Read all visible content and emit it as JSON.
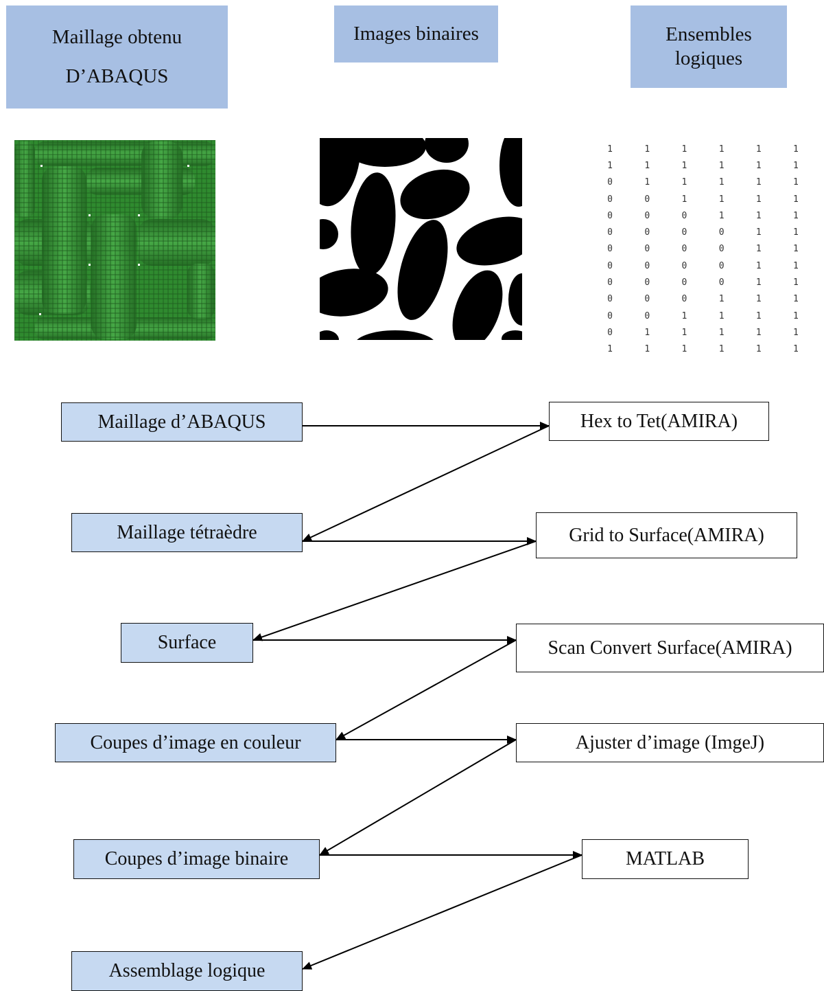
{
  "headers": {
    "mesh": [
      "Maillage obtenu",
      "D’ABAQUS"
    ],
    "binary": [
      "Images binaires"
    ],
    "logic": [
      "Ensembles",
      "logiques"
    ]
  },
  "logic_matrix": [
    [
      1,
      1,
      1,
      1,
      1,
      1
    ],
    [
      1,
      1,
      1,
      1,
      1,
      1
    ],
    [
      0,
      1,
      1,
      1,
      1,
      1
    ],
    [
      0,
      0,
      1,
      1,
      1,
      1
    ],
    [
      0,
      0,
      0,
      1,
      1,
      1
    ],
    [
      0,
      0,
      0,
      0,
      1,
      1
    ],
    [
      0,
      0,
      0,
      0,
      1,
      1
    ],
    [
      0,
      0,
      0,
      0,
      1,
      1
    ],
    [
      0,
      0,
      0,
      0,
      1,
      1
    ],
    [
      0,
      0,
      0,
      1,
      1,
      1
    ],
    [
      0,
      0,
      1,
      1,
      1,
      1
    ],
    [
      0,
      1,
      1,
      1,
      1,
      1
    ],
    [
      1,
      1,
      1,
      1,
      1,
      1
    ]
  ],
  "steps": {
    "left": [
      "Maillage d’ABAQUS",
      "Maillage tétraèdre",
      "Surface",
      "Coupes d’image en couleur",
      "Coupes d’image binaire",
      "Assemblage logique"
    ],
    "right": [
      "Hex to Tet(AMIRA)",
      "Grid to Surface(AMIRA)",
      "Scan Convert Surface(AMIRA)",
      "Ajuster d’image (ImgeJ)",
      "MATLAB"
    ]
  },
  "colors": {
    "header_fill": "#a7bfe3",
    "step_fill": "#c6d9f1",
    "mesh_green": "#2f8a2f"
  }
}
